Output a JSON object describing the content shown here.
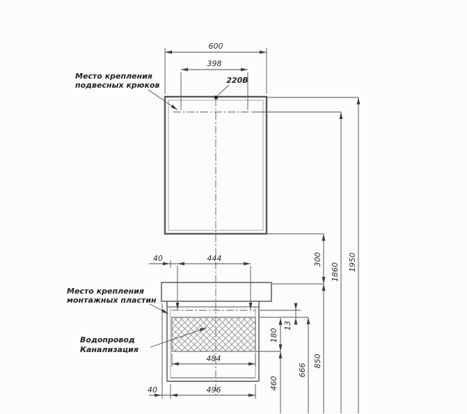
{
  "drawing": {
    "title_semantic": "bathroom-furniture-installation-scheme",
    "line_color": "#4e4e4e",
    "background": "#fcfcfc",
    "labels": {
      "hooks_line1": "Место крепления",
      "hooks_line2": "подвесных крюков",
      "plates_line1": "Место крепления",
      "plates_line2": "монтажных пластин",
      "water_line1": "Водопровод",
      "water_line2": "Канализация",
      "socket": "220В"
    },
    "dimensions": {
      "horizontal": {
        "mirror_width": "600",
        "hook_span": "398",
        "plate_offset_top": "40",
        "plate_span": "444",
        "hatch_width": "484",
        "cabinet_width": "496",
        "offset_bottom": "40"
      },
      "vertical": {
        "mirror_to_counter": "300",
        "hook_height": "1860",
        "socket_height": "1950",
        "counter_height": "850",
        "hatch_top_height": "666",
        "hatch_bottom_height": "460",
        "hatch_height": "180",
        "plate_to_hatch_gap": "13"
      }
    }
  }
}
